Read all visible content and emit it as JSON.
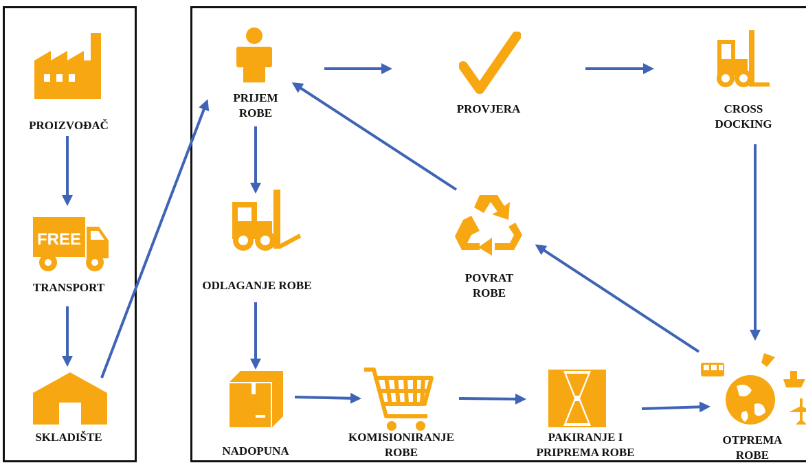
{
  "colors": {
    "icon": "#F7A712",
    "arrow": "#3F63B5",
    "frame": "#111111"
  },
  "labels": {
    "proizvodac": "PROIZVOĐAČ",
    "transport": "TRANSPORT",
    "skladiste": "SKLADIŠTE",
    "free": "FREE",
    "prijem": "PRIJEM\nROBE",
    "provjera": "PROVJERA",
    "cross_docking": "CROSS\nDOCKING",
    "odlaganje": "ODLAGANJE ROBE",
    "povrat": "POVRAT\nROBE",
    "nadopuna": "NADOPUNA",
    "komisioniranje": "KOMISIONIRANJE\nROBE",
    "pakiranje": "PAKIRANJE I\nPRIPREMA ROBE",
    "otprema": "OTPREMA\nROBE"
  },
  "icons": {
    "proizvodac": "factory-icon",
    "transport": "truck-icon",
    "skladiste": "warehouse-icon",
    "prijem": "person-icon",
    "provjera": "checkmark-icon",
    "cross_docking": "forklift-icon",
    "odlaganje": "forklift-icon",
    "povrat": "recycle-icon",
    "nadopuna": "box-icon",
    "komisioniranje": "shopping-cart-icon",
    "pakiranje": "package-icon",
    "otprema": "globe-transport-icon"
  }
}
